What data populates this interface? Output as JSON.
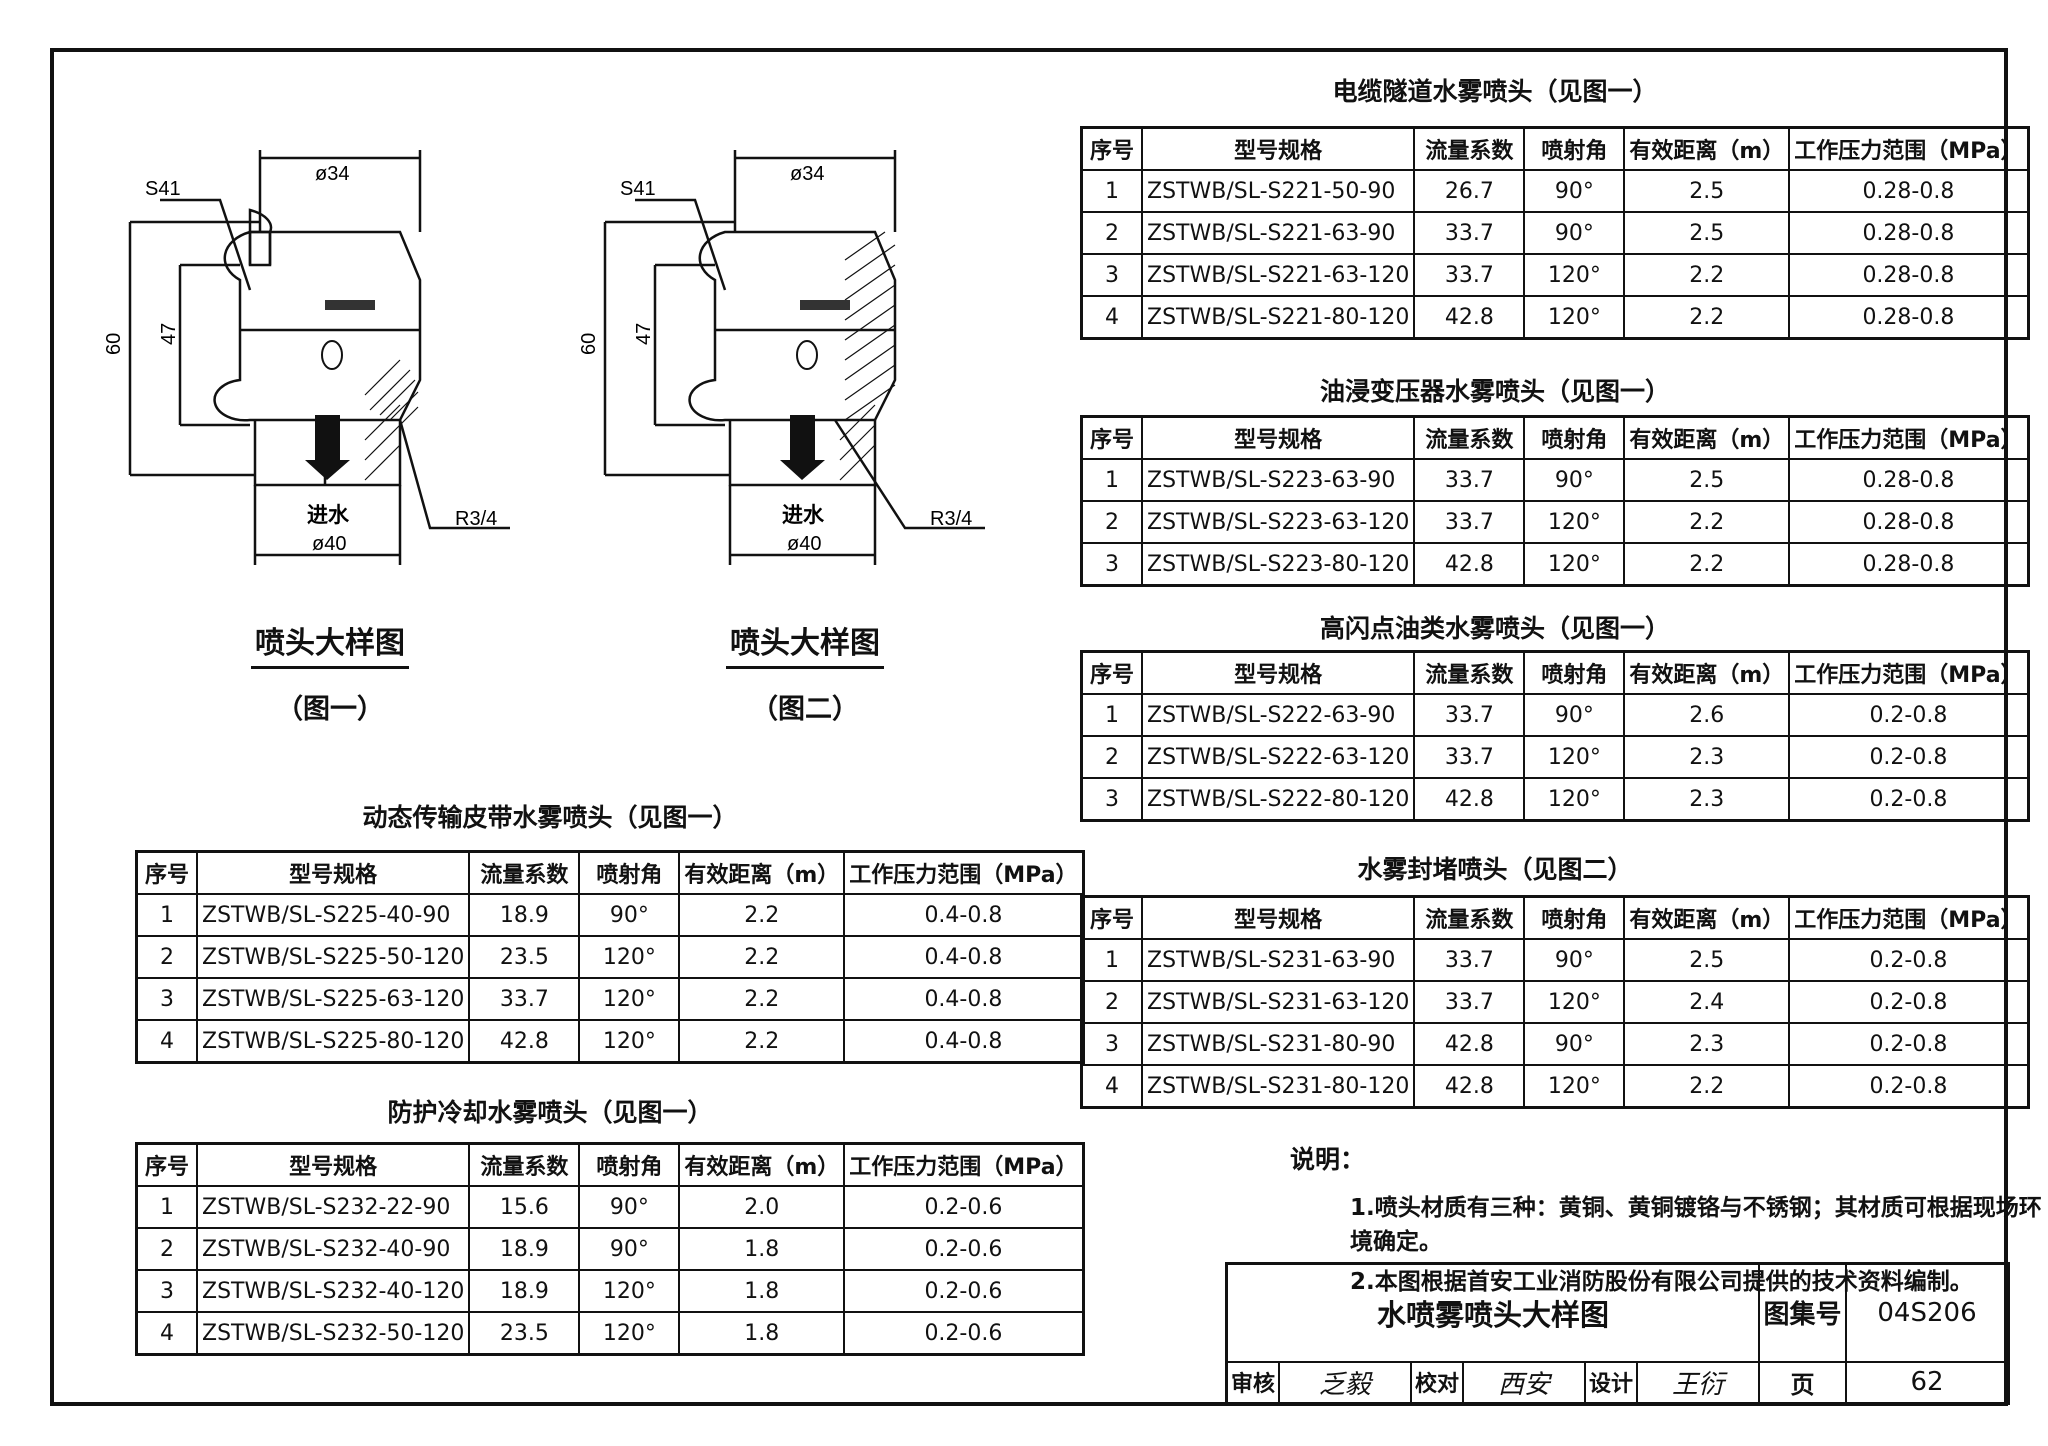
{
  "figure1": {
    "dim_top": "ø34",
    "dim_bottom": "ø40",
    "dim_total": "60",
    "dim_hex": "47",
    "label_hex": "S41",
    "label_thread": "R3/4",
    "label_inlet": "进水",
    "title": "喷头大样图",
    "subtitle": "（图一）"
  },
  "figure2": {
    "dim_top": "ø34",
    "dim_bottom": "ø40",
    "dim_total": "60",
    "dim_hex": "47",
    "label_hex": "S41",
    "label_thread": "R3/4",
    "label_inlet": "进水",
    "title": "喷头大样图",
    "subtitle": "（图二）"
  },
  "headers": [
    "序号",
    "型号规格",
    "流量系数",
    "喷射角",
    "有效距离（m）",
    "工作压力范围（MPa）"
  ],
  "tables": {
    "belt": {
      "title": "动态传输皮带水雾喷头（见图一）",
      "rows": [
        [
          "1",
          "ZSTWB/SL-S225-40-90",
          "18.9",
          "90°",
          "2.2",
          "0.4-0.8"
        ],
        [
          "2",
          "ZSTWB/SL-S225-50-120",
          "23.5",
          "120°",
          "2.2",
          "0.4-0.8"
        ],
        [
          "3",
          "ZSTWB/SL-S225-63-120",
          "33.7",
          "120°",
          "2.2",
          "0.4-0.8"
        ],
        [
          "4",
          "ZSTWB/SL-S225-80-120",
          "42.8",
          "120°",
          "2.2",
          "0.4-0.8"
        ]
      ]
    },
    "cooling": {
      "title": "防护冷却水雾喷头（见图一）",
      "rows": [
        [
          "1",
          "ZSTWB/SL-S232-22-90",
          "15.6",
          "90°",
          "2.0",
          "0.2-0.6"
        ],
        [
          "2",
          "ZSTWB/SL-S232-40-90",
          "18.9",
          "90°",
          "1.8",
          "0.2-0.6"
        ],
        [
          "3",
          "ZSTWB/SL-S232-40-120",
          "18.9",
          "120°",
          "1.8",
          "0.2-0.6"
        ],
        [
          "4",
          "ZSTWB/SL-S232-50-120",
          "23.5",
          "120°",
          "1.8",
          "0.2-0.6"
        ]
      ]
    },
    "tunnel": {
      "title": "电缆隧道水雾喷头（见图一）",
      "rows": [
        [
          "1",
          "ZSTWB/SL-S221-50-90",
          "26.7",
          "90°",
          "2.5",
          "0.28-0.8"
        ],
        [
          "2",
          "ZSTWB/SL-S221-63-90",
          "33.7",
          "90°",
          "2.5",
          "0.28-0.8"
        ],
        [
          "3",
          "ZSTWB/SL-S221-63-120",
          "33.7",
          "120°",
          "2.2",
          "0.28-0.8"
        ],
        [
          "4",
          "ZSTWB/SL-S221-80-120",
          "42.8",
          "120°",
          "2.2",
          "0.28-0.8"
        ]
      ]
    },
    "transformer": {
      "title": "油浸变压器水雾喷头（见图一）",
      "rows": [
        [
          "1",
          "ZSTWB/SL-S223-63-90",
          "33.7",
          "90°",
          "2.5",
          "0.28-0.8"
        ],
        [
          "2",
          "ZSTWB/SL-S223-63-120",
          "33.7",
          "120°",
          "2.2",
          "0.28-0.8"
        ],
        [
          "3",
          "ZSTWB/SL-S223-80-120",
          "42.8",
          "120°",
          "2.2",
          "0.28-0.8"
        ]
      ]
    },
    "oil": {
      "title": "高闪点油类水雾喷头（见图一）",
      "rows": [
        [
          "1",
          "ZSTWB/SL-S222-63-90",
          "33.7",
          "90°",
          "2.6",
          "0.2-0.8"
        ],
        [
          "2",
          "ZSTWB/SL-S222-63-120",
          "33.7",
          "120°",
          "2.3",
          "0.2-0.8"
        ],
        [
          "3",
          "ZSTWB/SL-S222-80-120",
          "42.8",
          "120°",
          "2.3",
          "0.2-0.8"
        ]
      ]
    },
    "seal": {
      "title": "水雾封堵喷头（见图二）",
      "rows": [
        [
          "1",
          "ZSTWB/SL-S231-63-90",
          "33.7",
          "90°",
          "2.5",
          "0.2-0.8"
        ],
        [
          "2",
          "ZSTWB/SL-S231-63-120",
          "33.7",
          "120°",
          "2.4",
          "0.2-0.8"
        ],
        [
          "3",
          "ZSTWB/SL-S231-80-90",
          "42.8",
          "90°",
          "2.3",
          "0.2-0.8"
        ],
        [
          "4",
          "ZSTWB/SL-S231-80-120",
          "42.8",
          "120°",
          "2.2",
          "0.2-0.8"
        ]
      ]
    }
  },
  "notes": {
    "heading": "说明：",
    "items": [
      "1.喷头材质有三种：黄铜、黄铜镀铬与不锈钢；其材质可根据现场环境确定。",
      "2.本图根据首安工业消防股份有限公司提供的技术资料编制。"
    ]
  },
  "title_block": {
    "drawing_title": "水喷雾喷头大样图",
    "atlas_label": "图集号",
    "atlas_no": "04S206",
    "review_label": "审核",
    "review_sig": "乏毅",
    "check_label": "校对",
    "check_sig": "西安",
    "design_label": "设计",
    "design_sig": "王衍",
    "page_label": "页",
    "page_no": "62"
  }
}
